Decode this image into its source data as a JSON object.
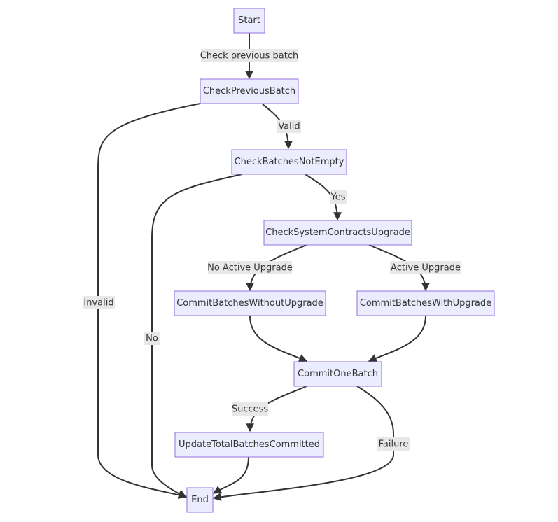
{
  "diagram": {
    "nodes": {
      "start": "Start",
      "check_previous_batch": "CheckPreviousBatch",
      "check_batches_not_empty": "CheckBatchesNotEmpty",
      "check_system_contracts_upgrade": "CheckSystemContractsUpgrade",
      "commit_without_upgrade": "CommitBatchesWithoutUpgrade",
      "commit_with_upgrade": "CommitBatchesWithUpgrade",
      "commit_one_batch": "CommitOneBatch",
      "update_total": "UpdateTotalBatchesCommitted",
      "end": "End"
    },
    "edge_labels": {
      "check_previous": "Check previous batch",
      "valid": "Valid",
      "invalid": "Invalid",
      "yes": "Yes",
      "no": "No",
      "no_active_upgrade": "No Active Upgrade",
      "active_upgrade": "Active Upgrade",
      "success": "Success",
      "failure": "Failure"
    },
    "colors": {
      "node_fill": "#ECECFF",
      "node_stroke": "#9370DB",
      "edge": "#333333",
      "label_bg": "#E8E8E8"
    }
  }
}
